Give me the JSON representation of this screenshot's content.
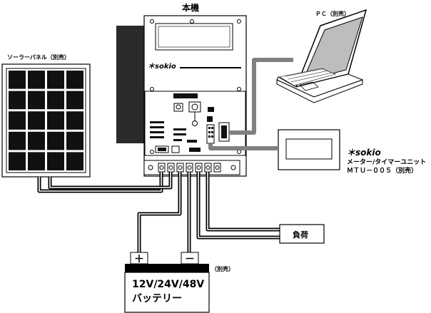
{
  "labels": {
    "controller_title": "本機",
    "solar_panel": "ソーラーパネル（別売）",
    "pc": "ＰＣ（別売）",
    "meter_brand": "＊sokio",
    "meter_unit_line1": "メーター/タイマーユニット",
    "meter_unit_line2": "ＭＴＵ－００５（別売）",
    "load": "負荷",
    "battery_optional": "（別売）",
    "battery_voltage": "12V/24V/48V",
    "battery_name": "バッテリー",
    "battery_plus": "＋",
    "battery_minus": "－",
    "device_brand": "＊sokio"
  },
  "colors": {
    "line": "#000000",
    "cable_gray": "#808080",
    "heatsink": "#2a2a2a",
    "solar_cell": "#111111",
    "laptop_screen": "#bdbdbd"
  }
}
